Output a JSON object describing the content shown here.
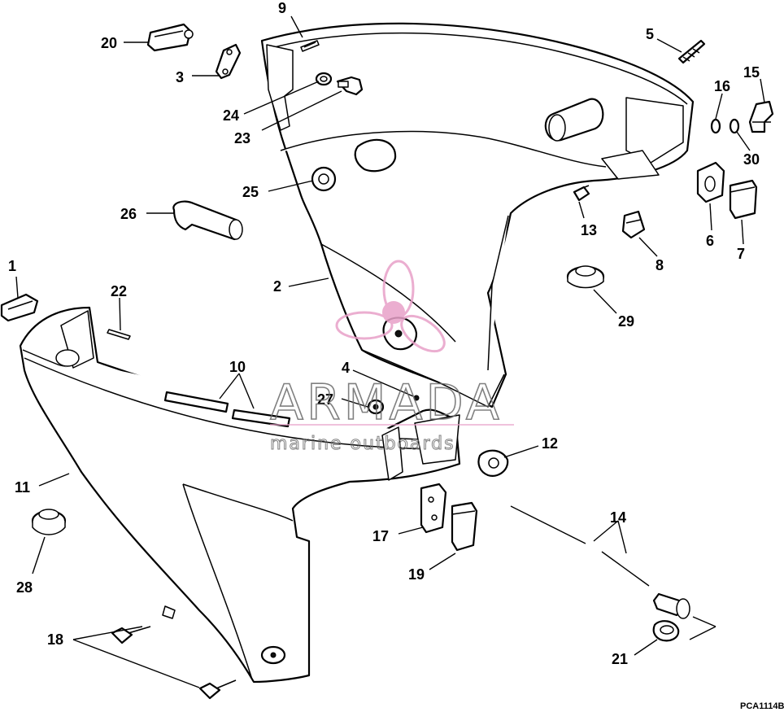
{
  "diagram": {
    "figure_code": "PCA1114B",
    "callouts": [
      "1",
      "2",
      "3",
      "4",
      "5",
      "6",
      "7",
      "8",
      "9",
      "10",
      "11",
      "12",
      "13",
      "14",
      "15",
      "16",
      "17",
      "18",
      "19",
      "20",
      "21",
      "22",
      "23",
      "24",
      "25",
      "26",
      "27",
      "28",
      "29",
      "30"
    ]
  },
  "watermark": {
    "brand": "ARMADA",
    "tagline": "marine outboards",
    "brand_color": "#e8a0c8"
  }
}
